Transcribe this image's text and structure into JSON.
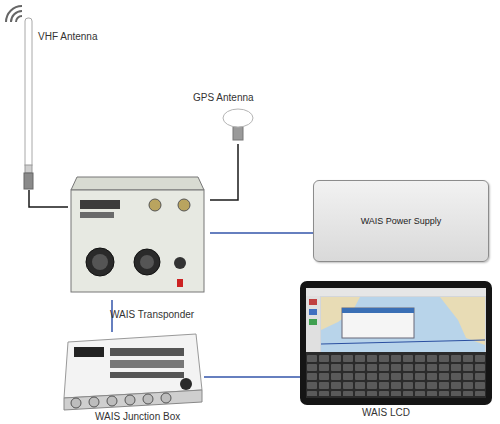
{
  "diagram": {
    "nodes": [
      {
        "text": [
          "VHF Antenna"
        ]
      },
      {
        "text": [
          "GPS Antenna"
        ]
      },
      {
        "text": [
          "WAIS Transponder"
        ]
      },
      {
        "text": [
          "WAIS Power Supply"
        ]
      },
      {
        "text": [
          "WAIS LCD"
        ]
      },
      {
        "text": [
          "WAIS Junction Box"
        ]
      }
    ],
    "edges": [
      {
        "from": 0,
        "to": 2,
        "arrow": "none"
      },
      {
        "from": 1,
        "to": 2,
        "arrow": "none"
      },
      {
        "from": 2,
        "to": 3,
        "arrow": "none"
      },
      {
        "from": 2,
        "to": 5,
        "arrow": "none"
      },
      {
        "from": 5,
        "to": 4,
        "arrow": "none"
      }
    ]
  }
}
